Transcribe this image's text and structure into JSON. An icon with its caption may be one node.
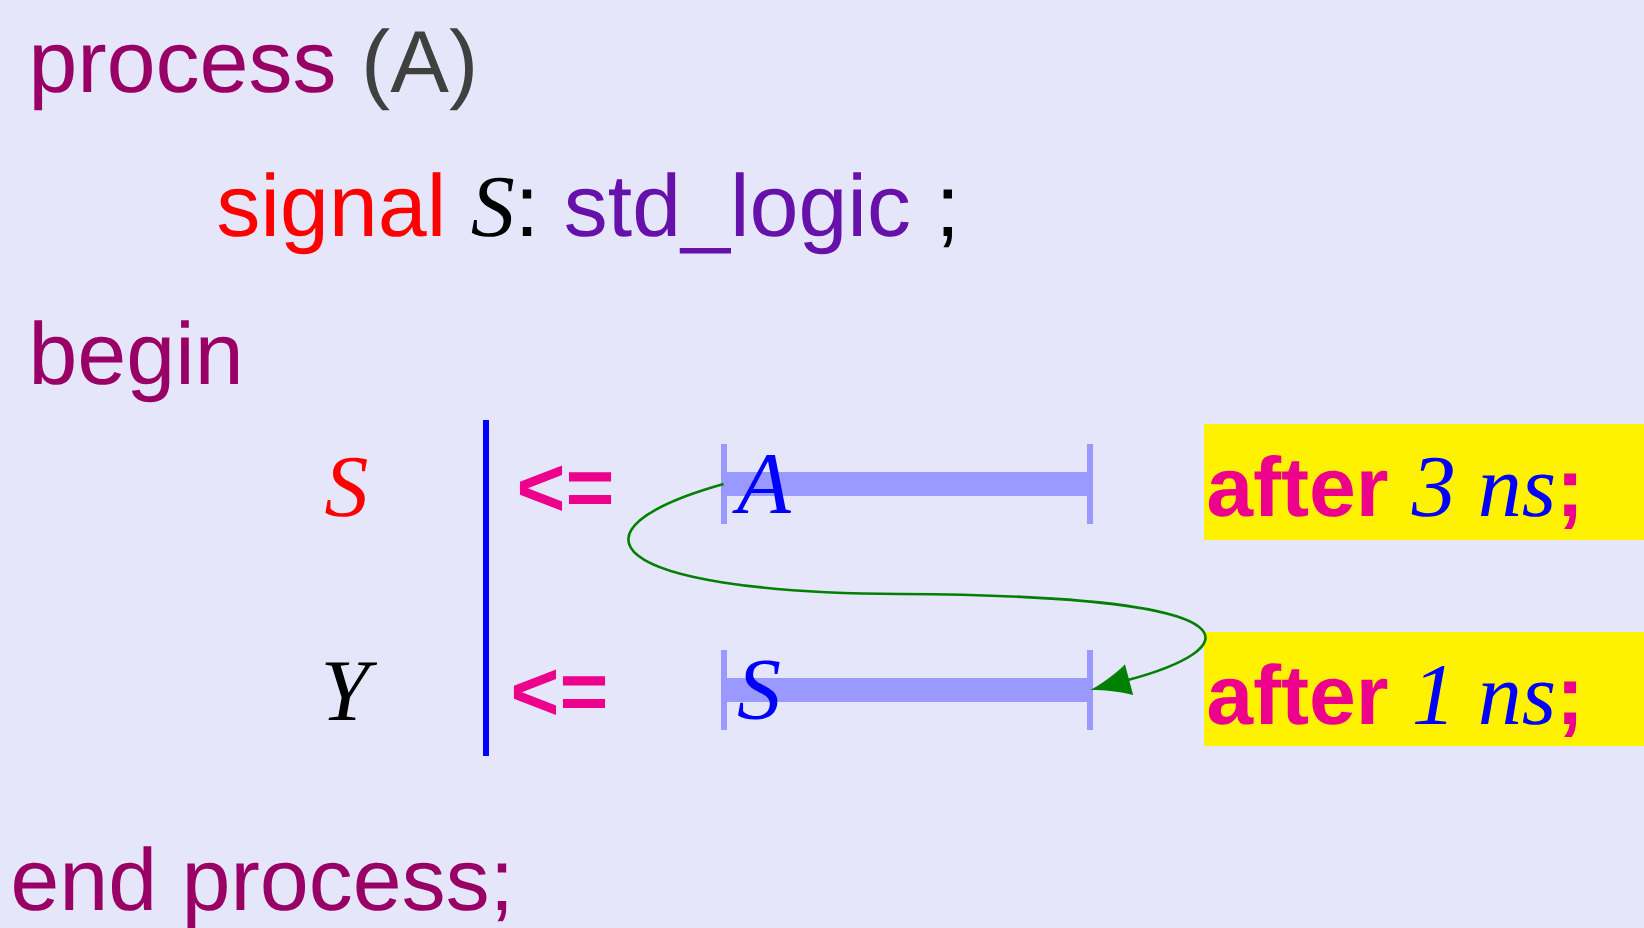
{
  "diagram": {
    "nodes": [
      {
        "text": [
          "A"
        ]
      },
      {
        "text": [
          "S"
        ]
      }
    ],
    "edges": [
      {
        "from": 0,
        "to": 1,
        "arrow": "to",
        "color": "#008000"
      }
    ],
    "labels": [
      "process",
      "(A)",
      "signal",
      "S",
      ":",
      "std_logic",
      ";",
      "begin",
      "S",
      "<=",
      "after",
      "3 ns",
      ";",
      "Y",
      "<=",
      "after",
      "1 ns",
      ";",
      "end process;"
    ]
  }
}
